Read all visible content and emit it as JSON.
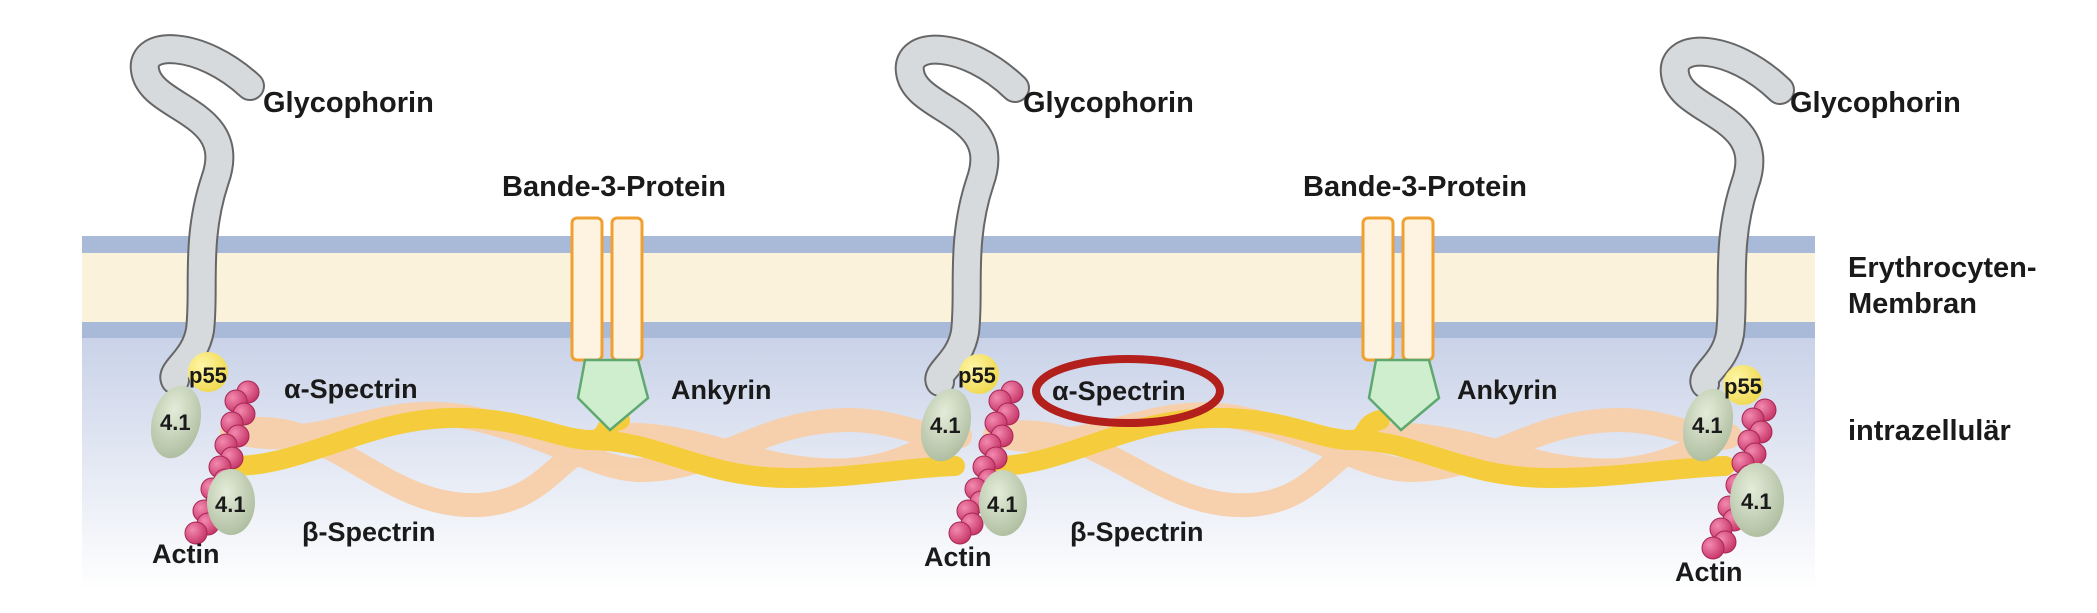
{
  "labels": {
    "glycophorin": "Glycophorin",
    "bande3": "Bande-3-Protein",
    "membrane_line1": "Erythrocyten-",
    "membrane_line2": "Membran",
    "intracellular": "intrazellulär",
    "alpha_spectrin": "α-Spectrin",
    "beta_spectrin": "β-Spectrin",
    "ankyrin": "Ankyrin",
    "actin": "Actin",
    "p55": "p55",
    "band41": "4.1"
  },
  "colors": {
    "membrane_band": "#a9b9d8",
    "membrane_fill": "#fbf2dc",
    "intracellular_top": "#c9d2e8",
    "beta_spectrin": "#f5cd3c",
    "alpha_spectrin": "#f8cfaa",
    "actin": "#d94f7c",
    "band41": "#c3cfb4",
    "p55": "#f5e26b",
    "ankyrin": "#cfeecd",
    "bande3_fill": "#fdf3e0",
    "bande3_stroke": "#f0a030",
    "glycophorin": "#d7dadd",
    "highlight_ring": "#b3201c"
  }
}
